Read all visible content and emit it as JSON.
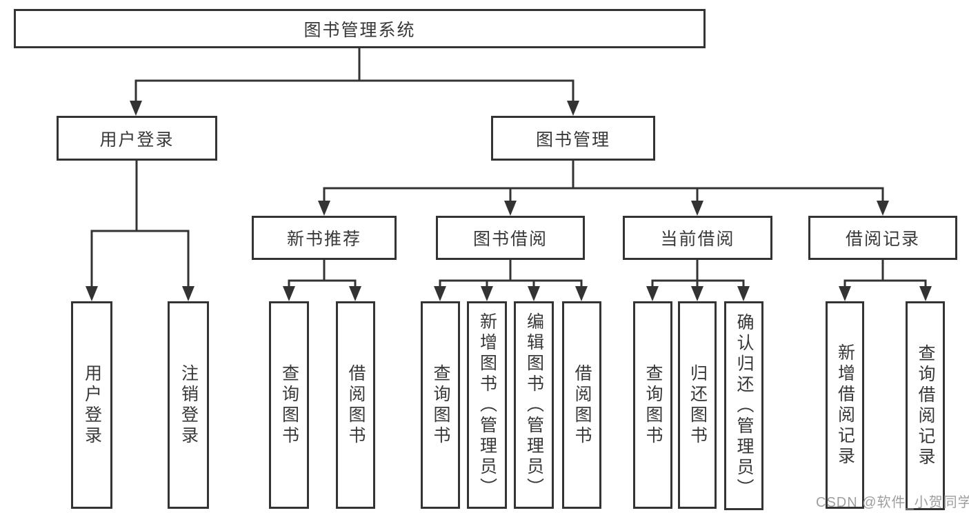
{
  "diagram": {
    "tree": {
      "label": "图书管理系统",
      "children": [
        {
          "label": "用户登录",
          "children": [
            {
              "label": "用户登录"
            },
            {
              "label": "注销登录"
            }
          ]
        },
        {
          "label": "图书管理",
          "children": [
            {
              "label": "新书推荐",
              "children": [
                {
                  "label": "查询图书"
                },
                {
                  "label": "借阅图书"
                }
              ]
            },
            {
              "label": "图书借阅",
              "children": [
                {
                  "label": "查询图书"
                },
                {
                  "label": "新增图书（管理员）"
                },
                {
                  "label": "编辑图书（管理员）"
                },
                {
                  "label": "借阅图书"
                }
              ]
            },
            {
              "label": "当前借阅",
              "children": [
                {
                  "label": "查询图书"
                },
                {
                  "label": "归还图书"
                },
                {
                  "label": "确认归还（管理员）"
                }
              ]
            },
            {
              "label": "借阅记录",
              "children": [
                {
                  "label": "新增借阅记录"
                },
                {
                  "label": "查询借阅记录"
                }
              ]
            }
          ]
        }
      ]
    },
    "watermark": "CSDN @软件_小贺同学",
    "colors": {
      "line": "#333333",
      "text": "#383838",
      "box_background": "#ffffff",
      "page_background": "#ffffff",
      "watermark": "#9e9e9e"
    }
  }
}
